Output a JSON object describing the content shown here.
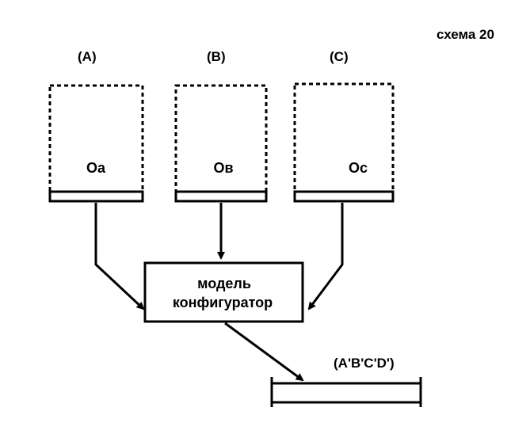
{
  "scheme_label": "схема 20",
  "columns": [
    {
      "header": "(A)",
      "object": "Oa"
    },
    {
      "header": "(B)",
      "object": "Oв"
    },
    {
      "header": "(C)",
      "object": "Oc"
    }
  ],
  "configurator": {
    "line1": "модель",
    "line2": "конфигуратор"
  },
  "result_label": "(A'B'C'D')"
}
